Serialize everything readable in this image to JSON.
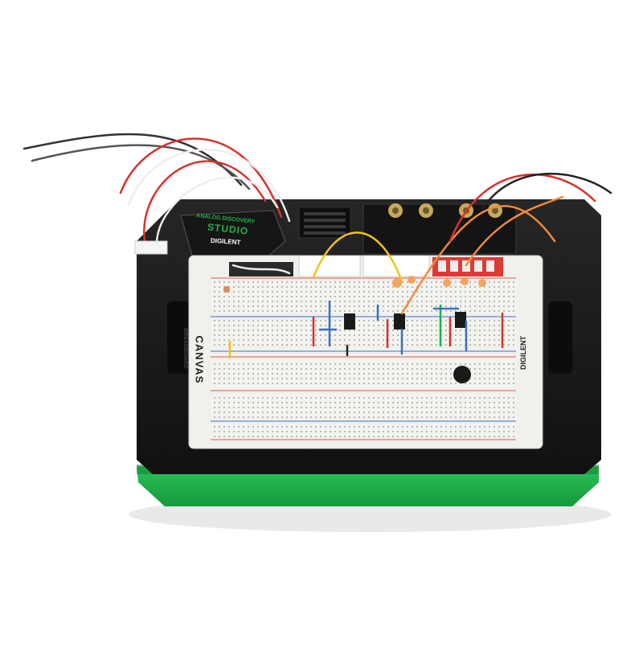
{
  "device": {
    "brand_label": "ANALOG DISCOVERY",
    "product_label": "STUDIO",
    "maker_logo": "DIGILENT",
    "maker_logo_side": "DIGILENT",
    "canvas_brand": "BREADBOARD",
    "canvas_title": "CANVAS"
  },
  "colors": {
    "base_green": "#1fb24a",
    "body_black": "#1b1b1b",
    "breadboard_white": "#f2f2ee",
    "rail_red": "#e05a4a",
    "rail_blue": "#3c6fc9",
    "wire_yellow": "#f3c21b",
    "wire_red": "#d8322b",
    "wire_orange": "#f08a3c"
  }
}
